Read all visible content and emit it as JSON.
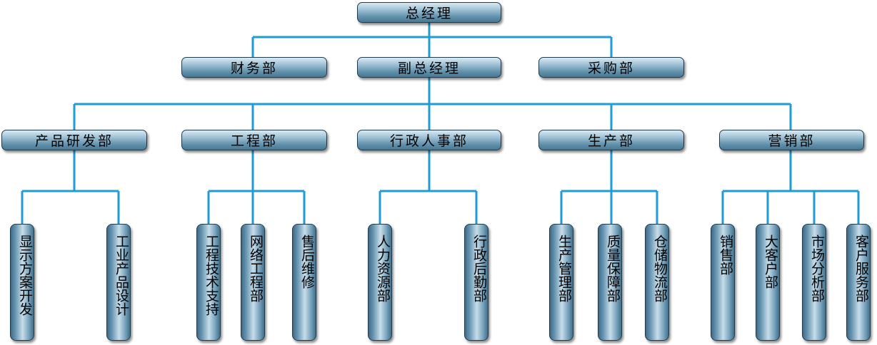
{
  "top": "总经理",
  "level2": {
    "left": "财务部",
    "center": "副总经理",
    "right": "采购部"
  },
  "departments": [
    {
      "name": "产品研发部",
      "subs": [
        "显示方案开发",
        "工业产品设计"
      ]
    },
    {
      "name": "工程部",
      "subs": [
        "工程技术支持",
        "网络工程部",
        "售后维修"
      ]
    },
    {
      "name": "行政人事部",
      "subs": [
        "人力资源部",
        "行政后勤部"
      ]
    },
    {
      "name": "生产部",
      "subs": [
        "生产管理部",
        "质量保障部",
        "仓储物流部"
      ]
    },
    {
      "name": "营销部",
      "subs": [
        "销售部",
        "大客户部",
        "市场分析部",
        "客户服务部"
      ]
    }
  ],
  "colors": {
    "line": "#1f9bd6",
    "box_border": "#1d3c4e"
  }
}
